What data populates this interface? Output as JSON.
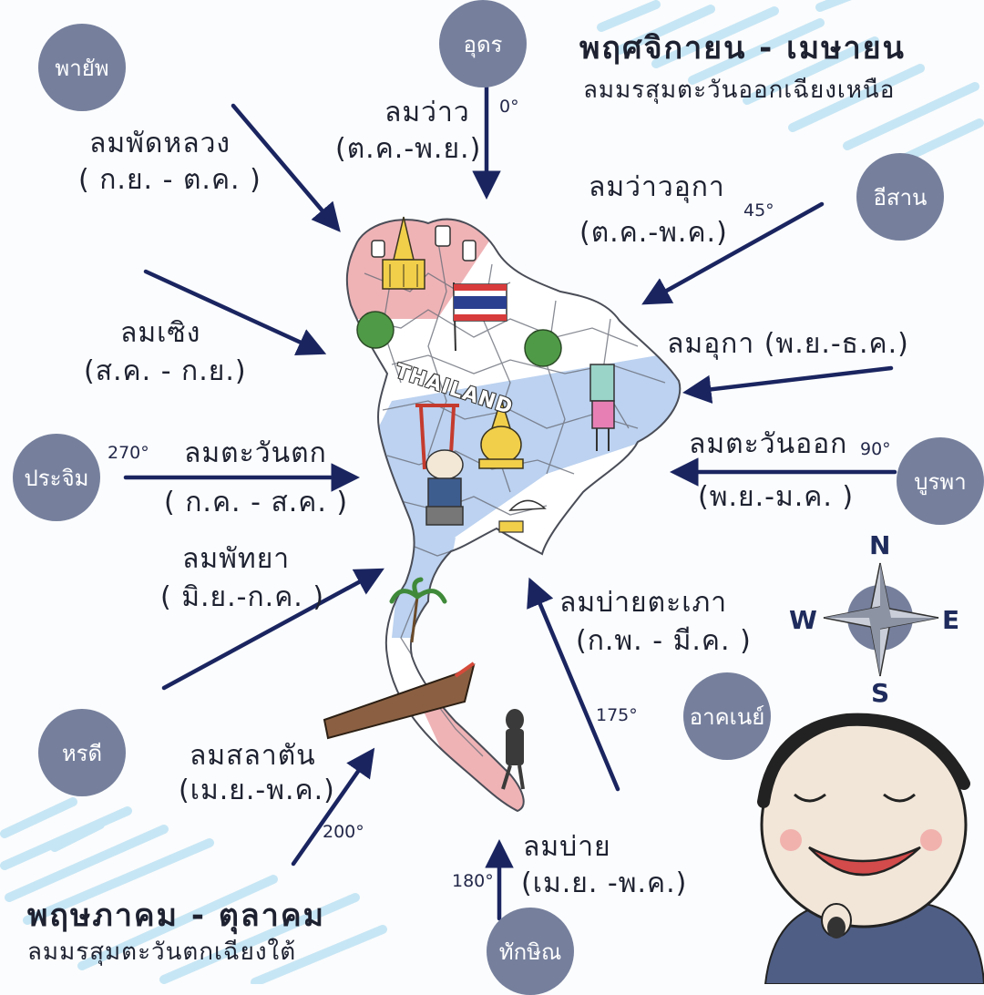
{
  "colors": {
    "arrow": "#1a2560",
    "badge": "#76809d",
    "map_pink": "#efb3b6",
    "map_blue": "#bcd2f0",
    "sky_stripe": "#bfe3f4"
  },
  "header": {
    "title": "พฤศจิกายน - เมษายน",
    "subtitle": "ลมมรสุมตะวันออกเฉียงเหนือ"
  },
  "footer": {
    "title": "พฤษภาคม - ตุลาคม",
    "subtitle": "ลมมรสุมตะวันตกเฉียงใต้"
  },
  "directions": {
    "phayap": "พายัพ",
    "udon": "อุดร",
    "isan": "อีสาน",
    "burapha": "บูรพา",
    "pracheem": "ประจิม",
    "harodee": "หรดี",
    "akhane": "อาคเนย์",
    "thaksin": "ทักษิณ"
  },
  "winds": {
    "phat_luang": {
      "name": "ลมพัดหลวง",
      "period": "( ก.ย. - ต.ค. )"
    },
    "wao": {
      "name": "ลมว่าว",
      "period": "(ต.ค.-พ.ย.)",
      "degree": "0°"
    },
    "wao_ukah": {
      "name": "ลมว่าวอุกา",
      "period": "(ต.ค.-พ.ค.)",
      "degree": "45°"
    },
    "sing": {
      "name": "ลมเซิง",
      "period": "(ส.ค. - ก.ย.)"
    },
    "ukah": {
      "name": "ลมอุกา (พ.ย.-ธ.ค.)"
    },
    "tawan_tok": {
      "name": "ลมตะวันตก",
      "period": "( ก.ค. - ส.ค. )",
      "degree": "270°"
    },
    "tawan_ok": {
      "name": "ลมตะวันออก",
      "period": "(พ.ย.-ม.ค. )",
      "degree": "90°"
    },
    "phat_ya": {
      "name": "ลมพัทยา",
      "period": "( มิ.ย.-ก.ค. )"
    },
    "bai_ta_phao": {
      "name": "ลมบ่ายตะเภา",
      "period": "(ก.พ. - มี.ค. )",
      "degree": "175°"
    },
    "salatan": {
      "name": "ลมสลาตัน",
      "period": "(เม.ย.-พ.ค.)",
      "degree": "200°"
    },
    "bai": {
      "name": "ลมบ่าย",
      "period": "(เม.ย. -พ.ค.)",
      "degree": "180°"
    }
  },
  "compass": {
    "n": "N",
    "e": "E",
    "s": "S",
    "w": "W"
  },
  "map": {
    "country_label": "THAILAND"
  }
}
